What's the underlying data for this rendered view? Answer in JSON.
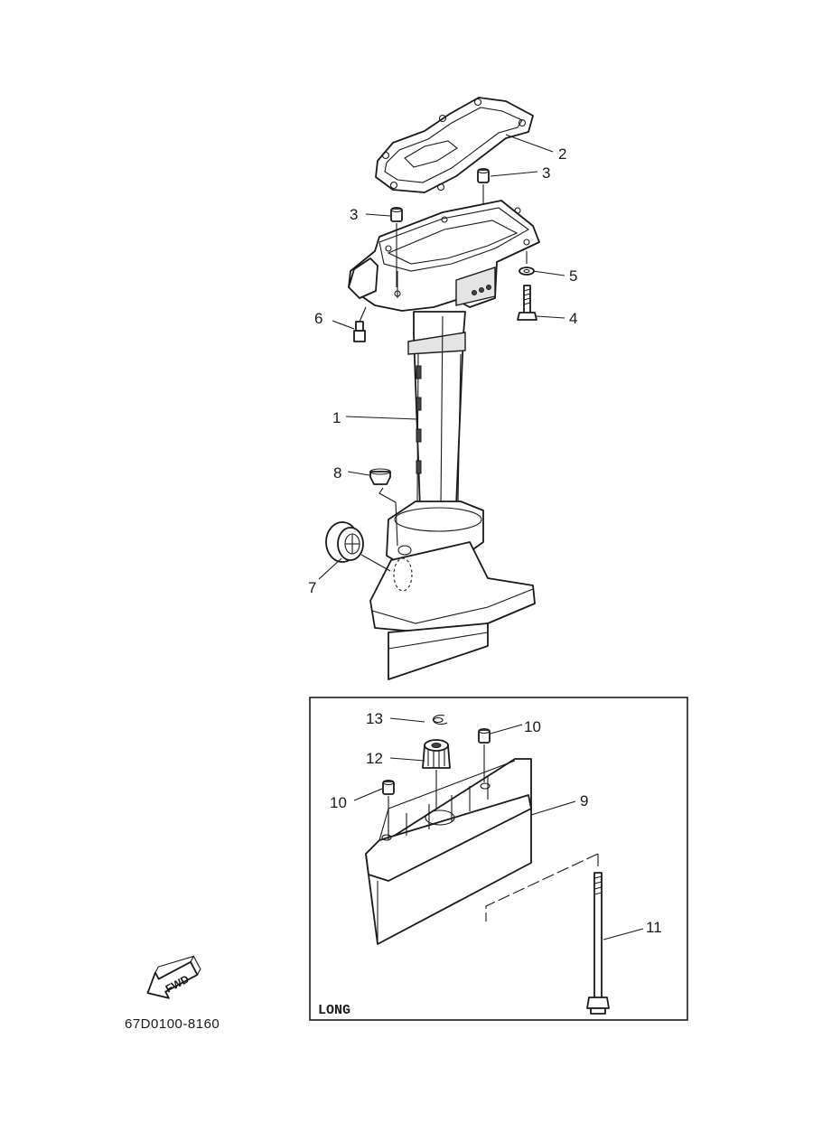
{
  "diagram": {
    "drawing_code": "67D0100-8160",
    "long_box_title": "LONG",
    "fwd_label": "FWD",
    "callouts": [
      {
        "id": "1",
        "part": "upper-casing"
      },
      {
        "id": "2",
        "part": "gasket"
      },
      {
        "id": "3a",
        "text": "3",
        "part": "dowel-pin"
      },
      {
        "id": "3b",
        "text": "3",
        "part": "dowel-pin"
      },
      {
        "id": "4",
        "part": "bolt"
      },
      {
        "id": "5",
        "part": "washer"
      },
      {
        "id": "6",
        "part": "grease-nipple"
      },
      {
        "id": "7",
        "part": "grommet"
      },
      {
        "id": "8",
        "part": "plug"
      },
      {
        "id": "9",
        "part": "extension"
      },
      {
        "id": "10a",
        "text": "10",
        "part": "dowel-pin"
      },
      {
        "id": "10b",
        "text": "10",
        "part": "dowel-pin"
      },
      {
        "id": "11",
        "part": "long-bolt"
      },
      {
        "id": "12",
        "part": "spline-coupling"
      },
      {
        "id": "13",
        "part": "circlip"
      }
    ]
  }
}
